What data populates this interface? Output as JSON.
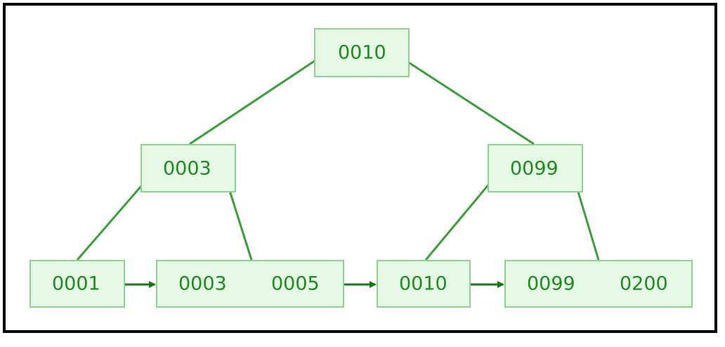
{
  "tree": {
    "root": {
      "keys": [
        "0010"
      ]
    },
    "internal": [
      {
        "keys": [
          "0003"
        ]
      },
      {
        "keys": [
          "0099"
        ]
      }
    ],
    "leaves": [
      {
        "keys": [
          "0001"
        ]
      },
      {
        "keys": [
          "0003",
          "0005"
        ]
      },
      {
        "keys": [
          "0010"
        ]
      },
      {
        "keys": [
          "0099",
          "0200"
        ]
      }
    ]
  },
  "colors": {
    "node_fill": "#e6f9e6",
    "node_border": "#8fd18f",
    "text": "#1f8a1f",
    "edge": "#3a9e3a",
    "arrow": "#137a13"
  }
}
